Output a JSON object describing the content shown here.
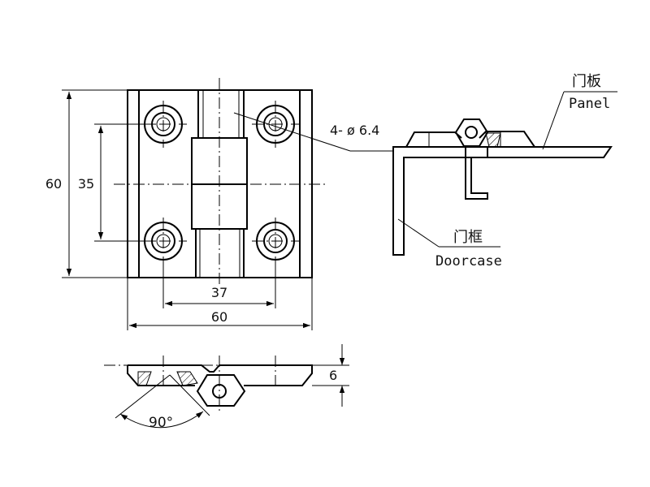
{
  "dimensions": {
    "overall_height": "60",
    "hole_spacing_vertical": "35",
    "hole_spacing_horizontal": "37",
    "overall_width": "60",
    "holes": "4- ø 6.4",
    "thickness": "6",
    "opening_angle": "90°"
  },
  "labels": {
    "panel_cn": "门板",
    "panel_en": "Panel",
    "frame_cn": "门框",
    "frame_en": "Doorcase"
  }
}
